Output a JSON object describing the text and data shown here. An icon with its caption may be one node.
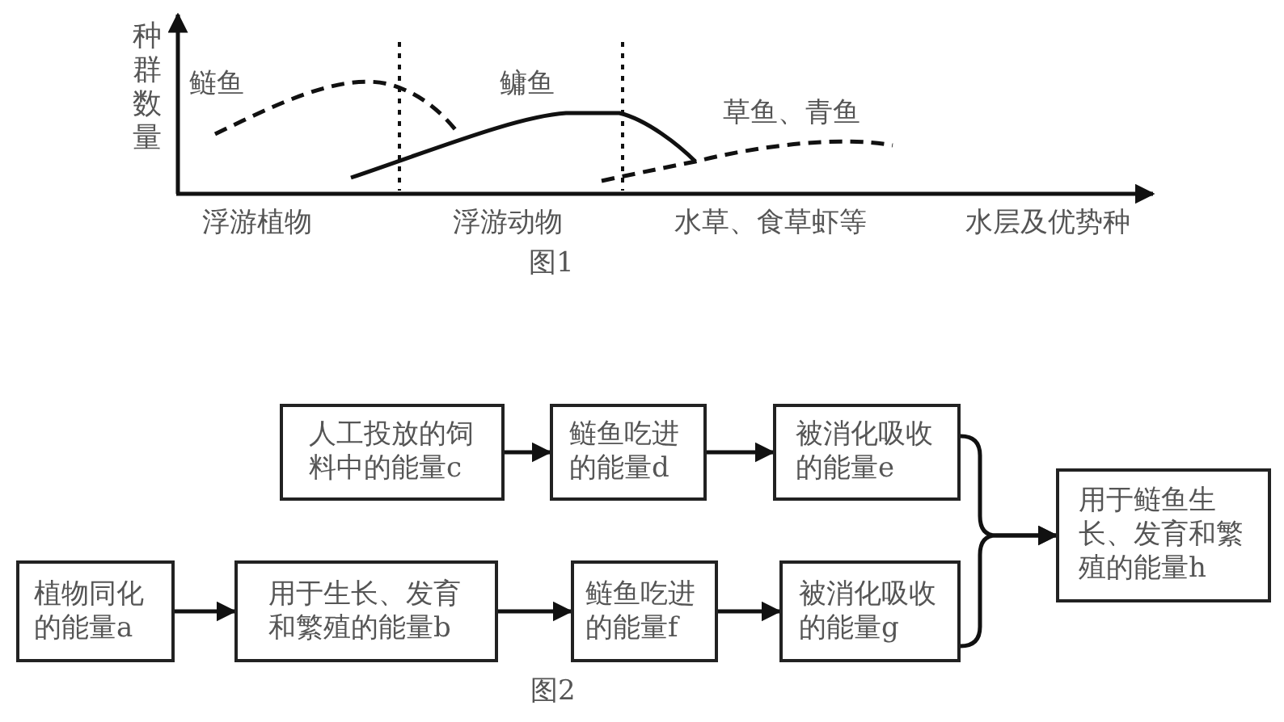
{
  "diagram": {
    "nodes": [
      {
        "text": [
          "人工投放的饲料中的能量c"
        ]
      },
      {
        "text": [
          "鲢鱼吃进的能量d"
        ]
      },
      {
        "text": [
          "被消化吸收的能量e"
        ]
      },
      {
        "text": [
          "植物同化的能量a"
        ]
      },
      {
        "text": [
          "用于生长、发育和繁殖的能量b"
        ]
      },
      {
        "text": [
          "鲢鱼吃进的能量f"
        ]
      },
      {
        "text": [
          "被消化吸收的能量g"
        ]
      },
      {
        "text": [
          "用于鲢鱼生长、发育和繁殖的能量h"
        ]
      }
    ],
    "edges": [
      {
        "from": 0,
        "to": 1,
        "arrow": "to"
      },
      {
        "from": 1,
        "to": 2,
        "arrow": "to"
      },
      {
        "from": 3,
        "to": 4,
        "arrow": "to"
      },
      {
        "from": 4,
        "to": 5,
        "arrow": "to"
      },
      {
        "from": 5,
        "to": 6,
        "arrow": "to"
      },
      {
        "from": 2,
        "to": 7,
        "arrow": "to"
      },
      {
        "from": 6,
        "to": 7,
        "arrow": "to"
      }
    ],
    "labels": [
      "种群数量",
      "鲢鱼",
      "鳙鱼",
      "草鱼、青鱼",
      "浮游植物",
      "浮游动物",
      "水草、食草虾等",
      "水层及优势种",
      "图1",
      "图2"
    ]
  }
}
